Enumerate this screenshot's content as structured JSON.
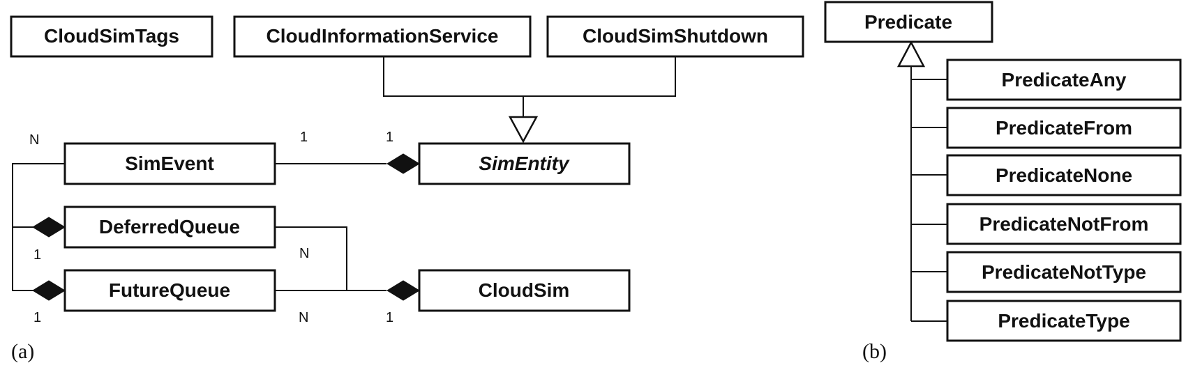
{
  "panel_a": {
    "label": "(a)",
    "classes": {
      "cloudsim_tags": "CloudSimTags",
      "cloud_information_service": "CloudInformationService",
      "cloudsim_shutdown": "CloudSimShutdown",
      "sim_event": "SimEvent",
      "sim_entity": "SimEntity",
      "deferred_queue": "DeferredQueue",
      "future_queue": "FutureQueue",
      "cloudsim": "CloudSim"
    },
    "multiplicities": {
      "sim_event_n": "N",
      "sim_event_1": "1",
      "sim_entity_1": "1",
      "deferred_queue_1": "1",
      "future_queue_1": "1",
      "deferred_queue_n": "N",
      "future_queue_n": "N",
      "cloudsim_1": "1"
    }
  },
  "panel_b": {
    "label": "(b)",
    "parent": "Predicate",
    "children": [
      "PredicateAny",
      "PredicateFrom",
      "PredicateNone",
      "PredicateNotFrom",
      "PredicateNotType",
      "PredicateType"
    ]
  }
}
